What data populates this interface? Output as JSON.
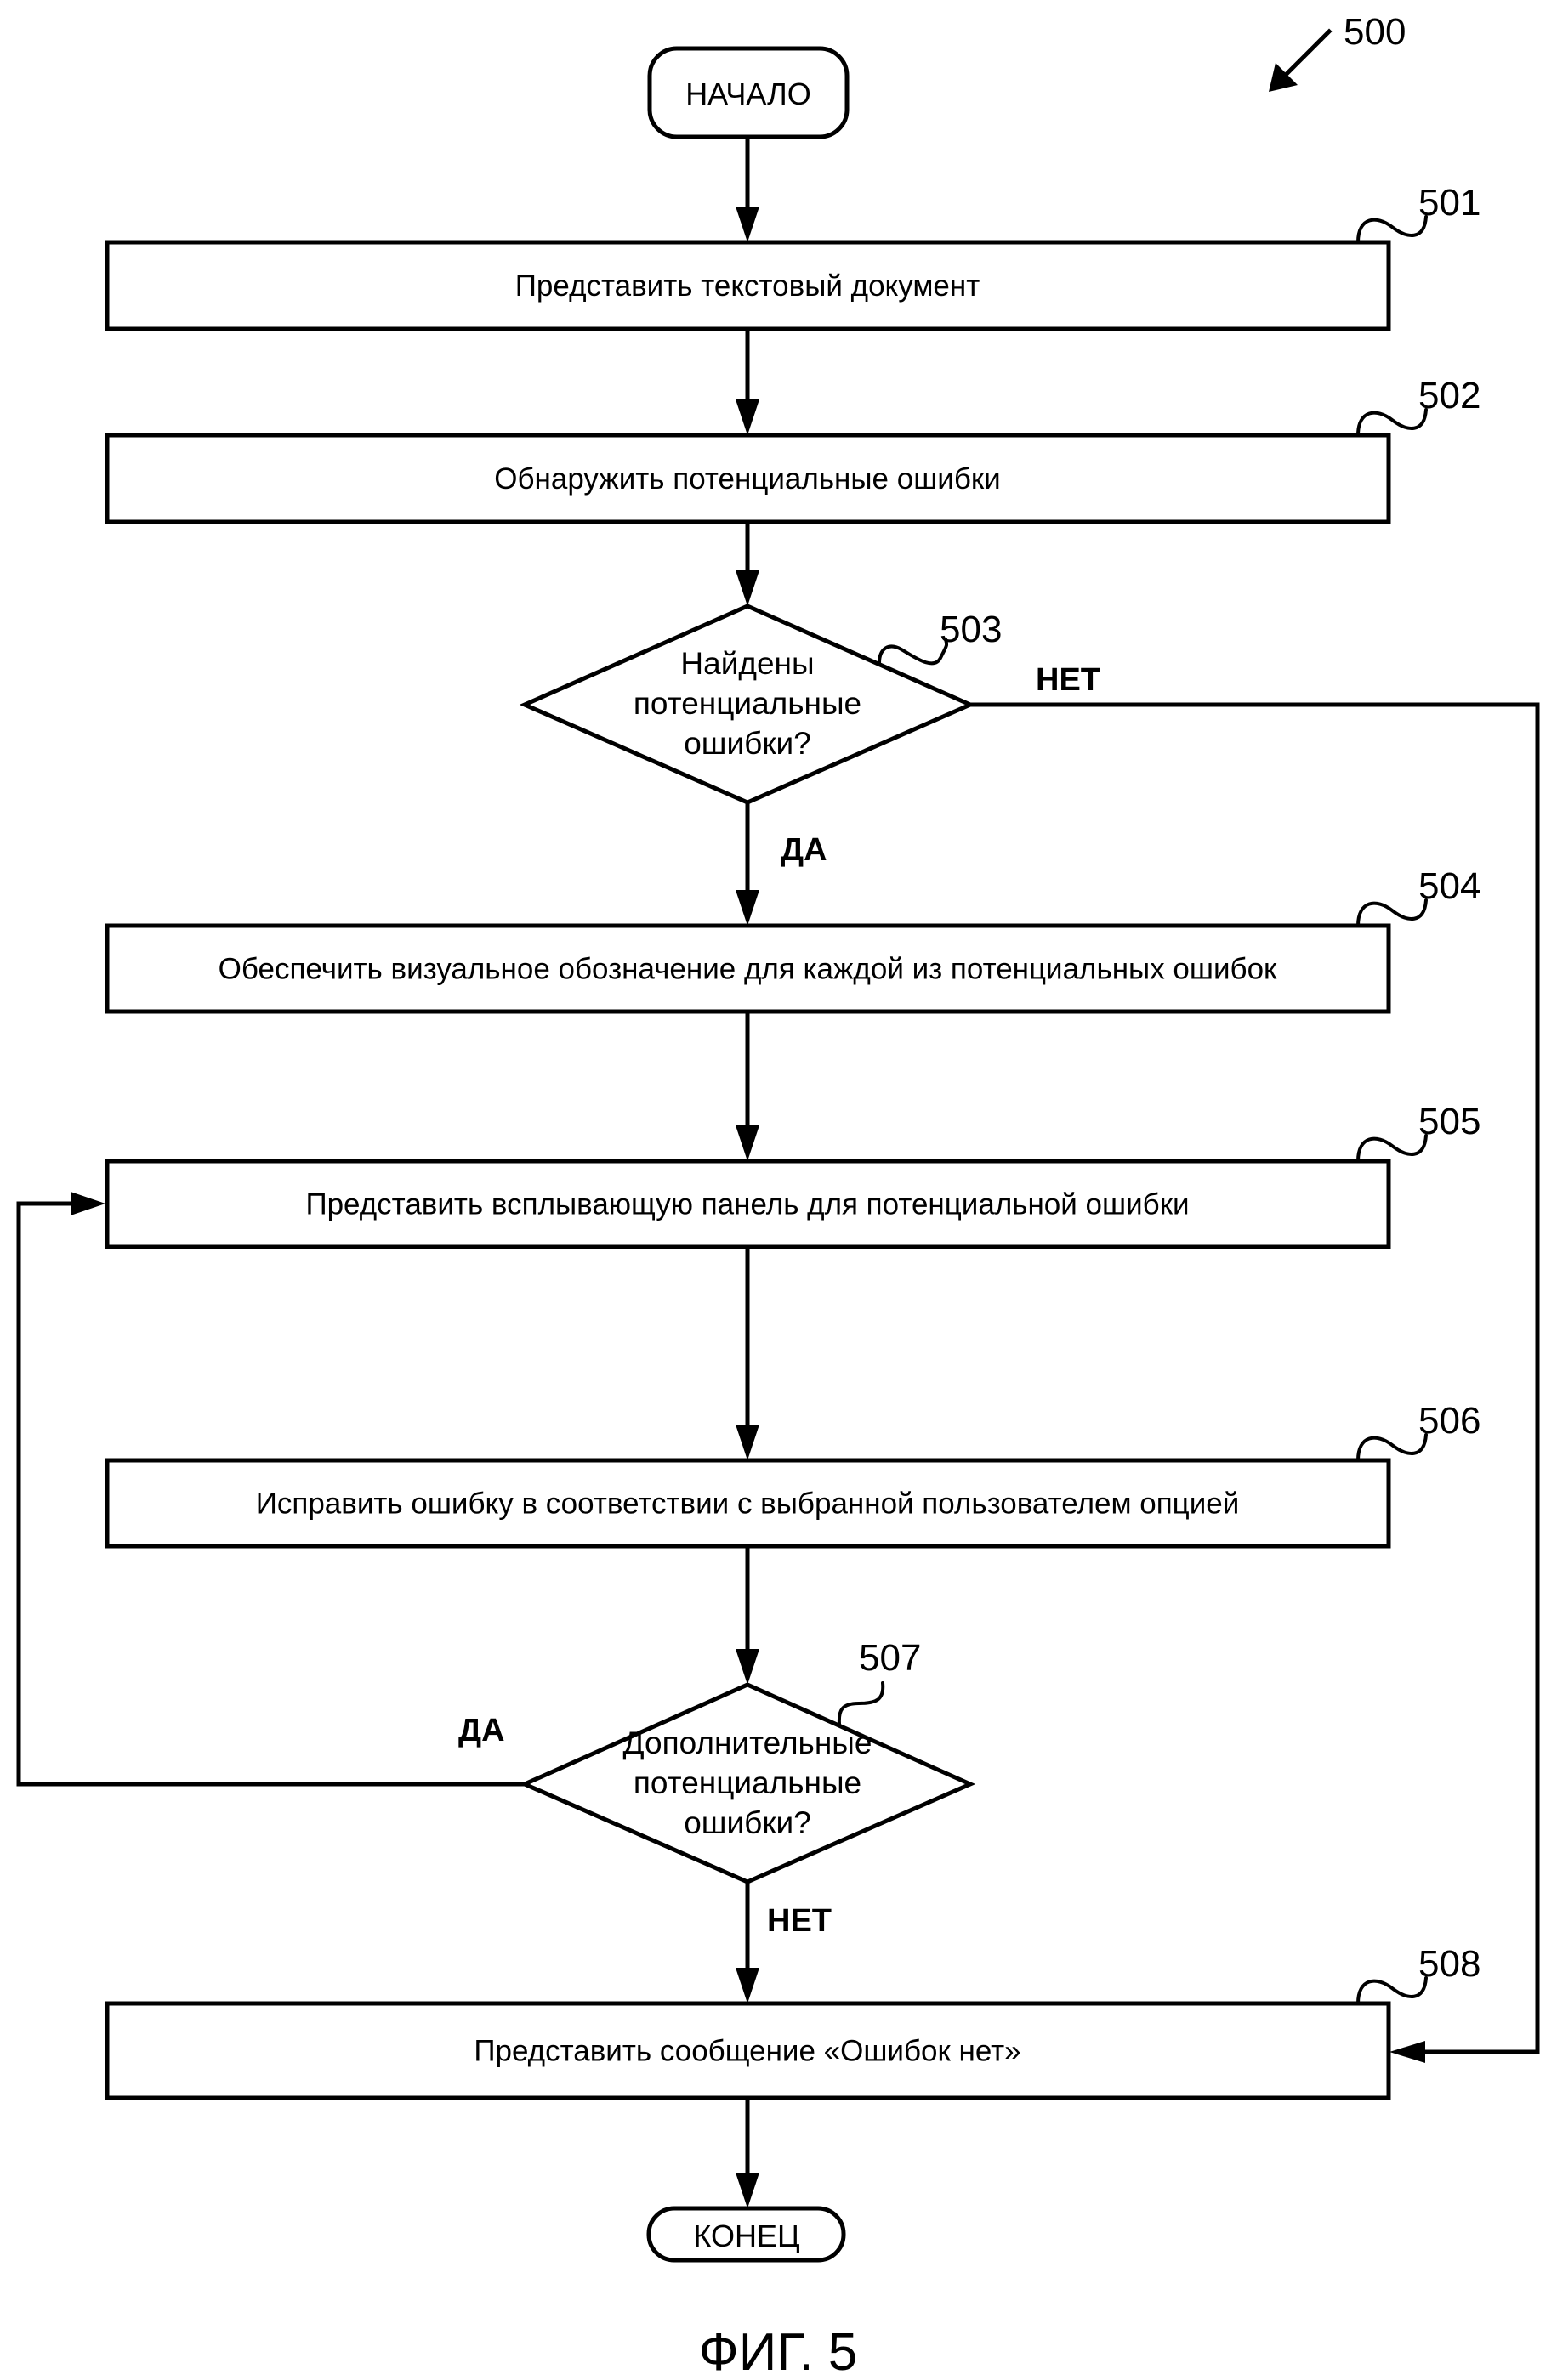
{
  "figure": {
    "ref": "500",
    "caption": "ФИГ. 5"
  },
  "start": {
    "label": "НАЧАЛО"
  },
  "end": {
    "label": "КОНЕЦ"
  },
  "steps": [
    {
      "ref": "501",
      "type": "process",
      "text": "Представить текстовый документ"
    },
    {
      "ref": "502",
      "type": "process",
      "text": "Обнаружить потенциальные ошибки"
    },
    {
      "ref": "503",
      "type": "decision",
      "lines": [
        "Найдены",
        "потенциальные",
        "ошибки?"
      ],
      "yes": "ДА",
      "no": "НЕТ"
    },
    {
      "ref": "504",
      "type": "process",
      "text": "Обеспечить визуальное обозначение для каждой из потенциальных ошибок"
    },
    {
      "ref": "505",
      "type": "process",
      "text": "Представить всплывающую панель для потенциальной ошибки"
    },
    {
      "ref": "506",
      "type": "process",
      "text": "Исправить ошибку в соответствии с выбранной пользователем опцией"
    },
    {
      "ref": "507",
      "type": "decision",
      "lines": [
        "Дополнительные",
        "потенциальные",
        "ошибки?"
      ],
      "yes": "ДА",
      "no": "НЕТ"
    },
    {
      "ref": "508",
      "type": "process",
      "text": "Представить сообщение «Ошибок нет»"
    }
  ],
  "edges": [
    {
      "from": "start",
      "to": "501"
    },
    {
      "from": "501",
      "to": "502"
    },
    {
      "from": "502",
      "to": "503"
    },
    {
      "from": "503",
      "to": "504",
      "label": "ДА"
    },
    {
      "from": "503",
      "to": "508",
      "label": "НЕТ"
    },
    {
      "from": "504",
      "to": "505"
    },
    {
      "from": "505",
      "to": "506"
    },
    {
      "from": "506",
      "to": "507"
    },
    {
      "from": "507",
      "to": "505",
      "label": "ДА"
    },
    {
      "from": "507",
      "to": "508",
      "label": "НЕТ"
    },
    {
      "from": "508",
      "to": "end"
    }
  ]
}
